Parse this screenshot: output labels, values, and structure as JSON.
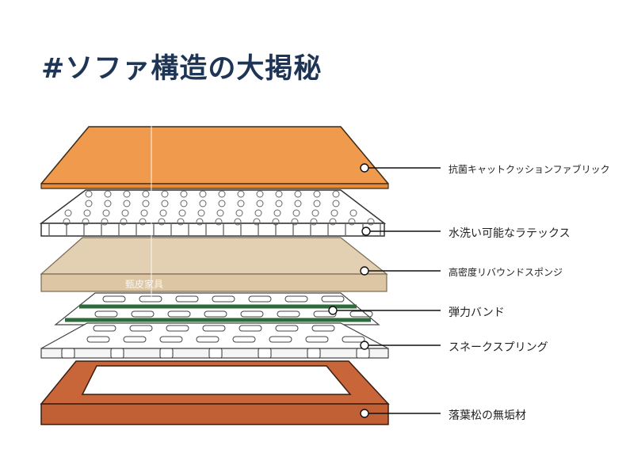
{
  "title": "#ソファ構造の大掲秘",
  "watermark": "甄皮家具",
  "layers": [
    {
      "label": "抗菌キャットクッションファブリック",
      "color": "#ef9a4c"
    },
    {
      "label": "水洗い可能なラテックス",
      "color": "#ffffff"
    },
    {
      "label": "高密度リバウンドスポンジ",
      "color": "#e3cfb1"
    },
    {
      "label": "弾力バンド",
      "color": "#2e6b3a"
    },
    {
      "label": "スネークスプリング",
      "color": "#ffffff"
    },
    {
      "label": "落葉松の無垢材",
      "color": "#c8663a"
    }
  ]
}
